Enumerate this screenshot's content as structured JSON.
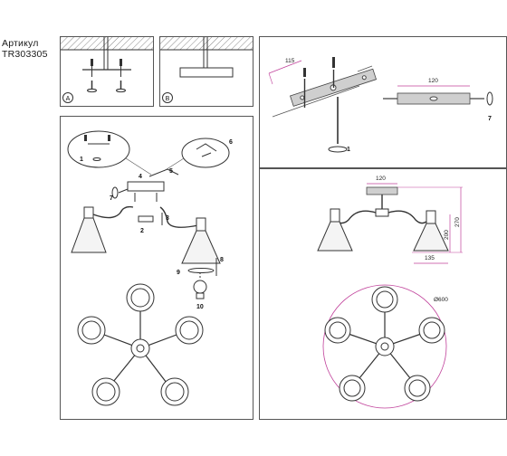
{
  "header": {
    "label": "Артикул",
    "code": "TR303305"
  },
  "mount_options": [
    {
      "id": "A",
      "label": "A"
    },
    {
      "id": "B",
      "label": "B"
    }
  ],
  "bracket_step": {
    "width": "115",
    "bar_length": "120",
    "step_number": "1",
    "tool_number": "7"
  },
  "assembly_step": {
    "numbers": [
      "1",
      "2",
      "3",
      "4",
      "5",
      "6",
      "7",
      "8",
      "9",
      "10"
    ]
  },
  "dimensions": {
    "canopy_width": "120",
    "height_200": "200",
    "height_270": "270",
    "shade_width": "135",
    "diameter": "Ø600"
  },
  "colors": {
    "line": "#333333",
    "dim": "#c0409a",
    "bracket_grey": "#cfcfcf"
  }
}
